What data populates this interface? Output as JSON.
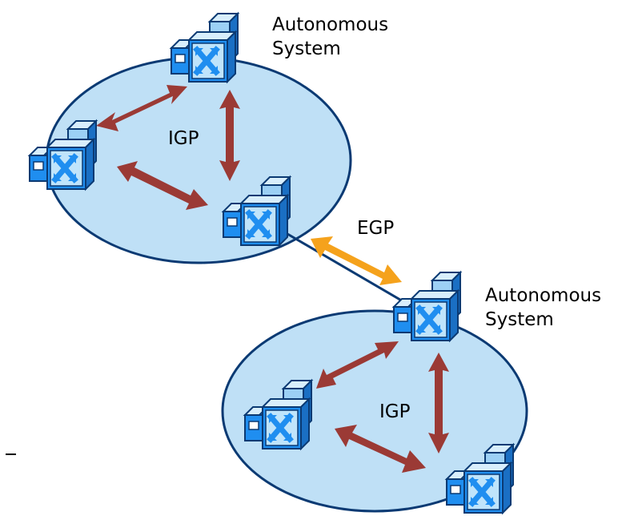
{
  "labels": {
    "as_top": [
      "Autonomous",
      "System"
    ],
    "as_bottom": [
      "Autonomous",
      "System"
    ],
    "igp_top": "IGP",
    "igp_bottom": "IGP",
    "egp": "EGP"
  },
  "routers": [
    {
      "id": "router-top-main"
    },
    {
      "id": "router-top-left"
    },
    {
      "id": "router-top-border"
    },
    {
      "id": "router-bottom-border"
    },
    {
      "id": "router-bottom-left"
    },
    {
      "id": "router-bottom-right"
    }
  ],
  "colors": {
    "ellipse_fill": "#bfe0f6",
    "ellipse_stroke": "#0b3a73",
    "igp_arrow": "#9b3a35",
    "egp_arrow": "#f5a21c",
    "router_blue": "#1f8ef0",
    "router_light": "#bfe4fb"
  }
}
